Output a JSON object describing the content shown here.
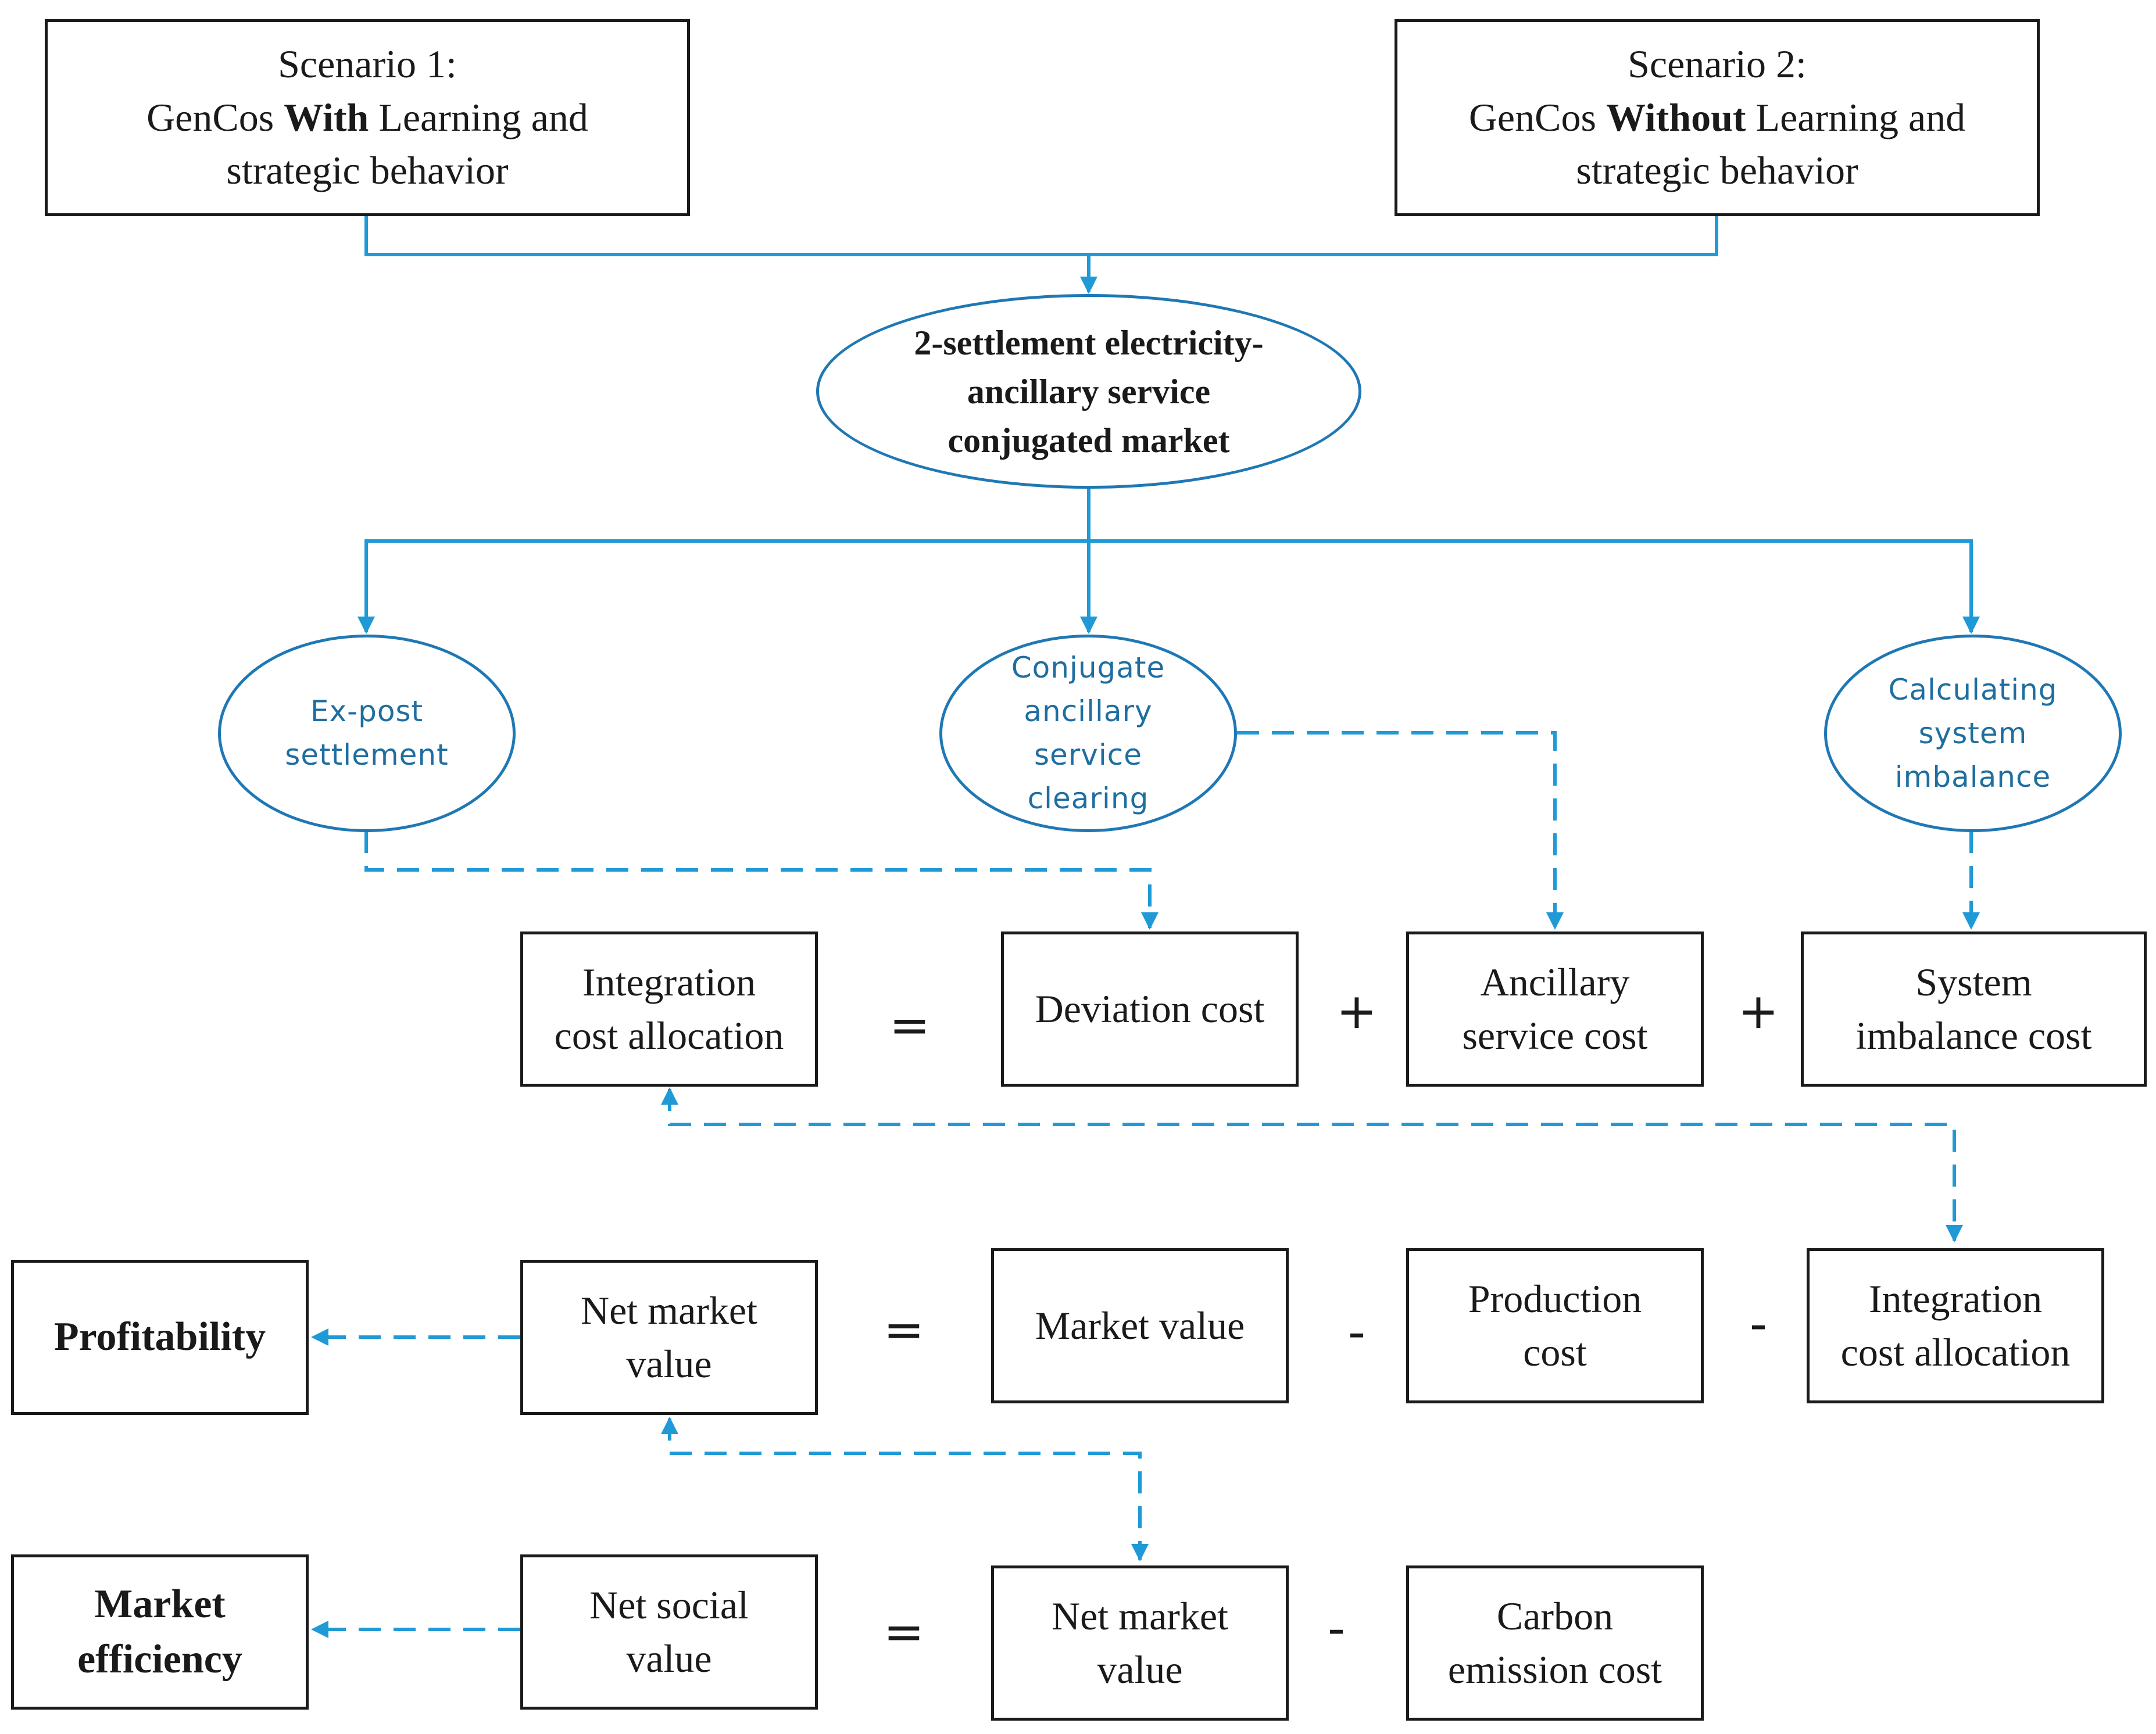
{
  "scenarios": {
    "s1": {
      "line1": "Scenario 1:",
      "line2_pre": "GenCos ",
      "line2_bold": "With",
      "line2_post": " Learning and",
      "line3": "strategic behavior"
    },
    "s2": {
      "line1": "Scenario 2:",
      "line2_pre": "GenCos ",
      "line2_bold": "Without",
      "line2_post": " Learning and",
      "line3": "strategic behavior"
    }
  },
  "market": {
    "line1": "2-settlement electricity-",
    "line2": "ancillary service",
    "line3": "conjugated market"
  },
  "steps": {
    "expost": {
      "line1": "Ex-post",
      "line2": "settlement"
    },
    "conjugate": {
      "line1": "Conjugate",
      "line2": "ancillary",
      "line3": "service",
      "line4": "clearing"
    },
    "imbalance": {
      "line1": "Calculating",
      "line2": "system",
      "line3": "imbalance"
    }
  },
  "eq1": {
    "lhs": {
      "line1": "Integration",
      "line2": "cost allocation"
    },
    "op1": "=",
    "t1": {
      "line1": "Deviation cost"
    },
    "op2": "+",
    "t2": {
      "line1": "Ancillary",
      "line2": "service cost"
    },
    "op3": "+",
    "t3": {
      "line1": "System",
      "line2": "imbalance cost"
    }
  },
  "eq2": {
    "out": "Profitability",
    "lhs": {
      "line1": "Net market",
      "line2": "value"
    },
    "op1": "=",
    "t1": {
      "line1": "Market value"
    },
    "op2": "-",
    "t2": {
      "line1": "Production",
      "line2": "cost"
    },
    "op3": "-",
    "t3": {
      "line1": "Integration",
      "line2": "cost allocation"
    }
  },
  "eq3": {
    "out": {
      "line1": "Market",
      "line2": "efficiency"
    },
    "lhs": {
      "line1": "Net social",
      "line2": "value"
    },
    "op1": "=",
    "t1": {
      "line1": "Net market",
      "line2": "value"
    },
    "op2": "-",
    "t2": {
      "line1": "Carbon",
      "line2": "emission cost"
    }
  },
  "colors": {
    "connector": "#1f9ad6",
    "oval_border": "#1f78b4",
    "box_border": "#1a1a1a",
    "step_text": "#1f6ea0"
  }
}
